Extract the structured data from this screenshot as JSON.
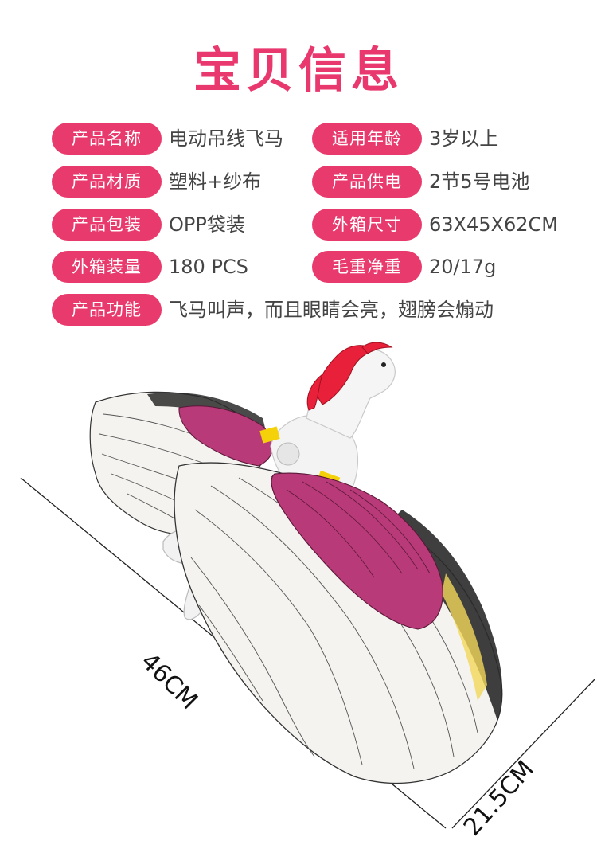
{
  "title": "宝贝信息",
  "specs": [
    {
      "label": "产品名称",
      "value": "电动吊线飞马"
    },
    {
      "label": "适用年龄",
      "value": "3岁以上"
    },
    {
      "label": "产品材质",
      "value": "塑料+纱布"
    },
    {
      "label": "产品供电",
      "value": "2节5号电池"
    },
    {
      "label": "产品包装",
      "value": "OPP袋装"
    },
    {
      "label": "外箱尺寸",
      "value": "63X45X62CM"
    },
    {
      "label": "外箱装量",
      "value": "180 PCS"
    },
    {
      "label": "毛重净重",
      "value": "20/17g"
    },
    {
      "label": "产品功能",
      "value": "飞马叫声，而且眼睛会亮，翅膀会煽动"
    }
  ],
  "dimensions": {
    "length": "46CM",
    "width": "21.5CM"
  },
  "colors": {
    "accent": "#e83a6c",
    "mane": "#e8203a",
    "wing_pink": "#b83a78"
  }
}
